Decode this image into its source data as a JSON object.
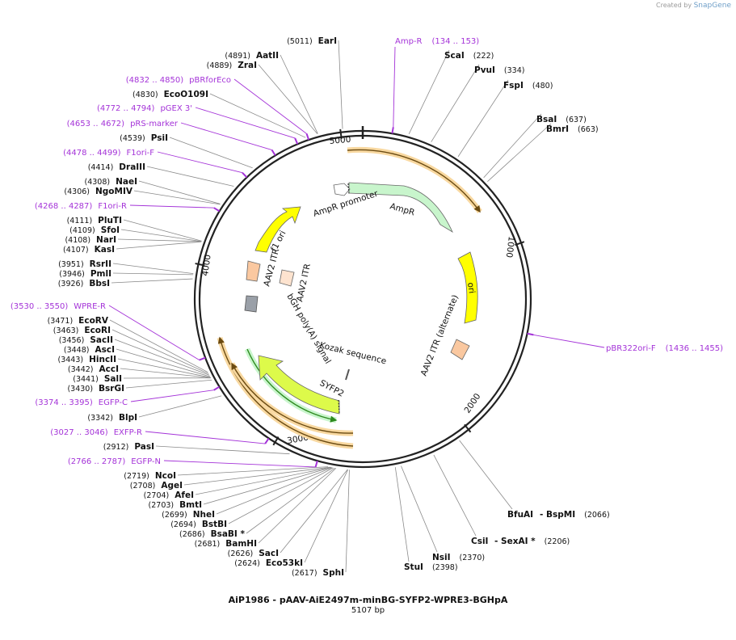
{
  "credit": {
    "prefix": "Created by",
    "brand": "SnapGene"
  },
  "plasmid": {
    "name": "AiP1986 - pAAV-AiE2497m-minBG-SYFP2-WPRE3-BGHpA",
    "size": "5107 bp"
  },
  "backbone_ticks": [
    "1000",
    "2000",
    "3000",
    "4000",
    "5000"
  ],
  "colors": {
    "primer": "#a433d8",
    "ori": "#ffff00",
    "ampr": "#c8f5cc",
    "yfp": "#ddfa4a",
    "itr": "#fac8a0",
    "orf": "#e8c270",
    "ring": "#222222"
  },
  "features": [
    "f1 ori",
    "AmpR promoter",
    "AmpR",
    "ori",
    "AAV2 ITR",
    "AAV2 ITR",
    "AAV2 ITR (alternate)",
    "bGH poly(A) signal",
    "Kozak sequence",
    "SYFP2"
  ],
  "sites": [
    {
      "n": "EarI",
      "p": "(5011)"
    },
    {
      "n": "AatII",
      "p": "(4891)"
    },
    {
      "n": "ZraI",
      "p": "(4889)"
    },
    {
      "n": "EcoO109I",
      "p": "(4830)"
    },
    {
      "n": "PsiI",
      "p": "(4539)"
    },
    {
      "n": "DraIII",
      "p": "(4414)"
    },
    {
      "n": "NaeI",
      "p": "(4308)"
    },
    {
      "n": "NgoMIV",
      "p": "(4306)"
    },
    {
      "n": "PluTI",
      "p": "(4111)"
    },
    {
      "n": "SfoI",
      "p": "(4109)"
    },
    {
      "n": "NarI",
      "p": "(4108)"
    },
    {
      "n": "KasI",
      "p": "(4107)"
    },
    {
      "n": "RsrII",
      "p": "(3951)"
    },
    {
      "n": "PmlI",
      "p": "(3946)"
    },
    {
      "n": "BbsI",
      "p": "(3926)"
    },
    {
      "n": "EcoRV",
      "p": "(3471)"
    },
    {
      "n": "EcoRI",
      "p": "(3463)"
    },
    {
      "n": "SacII",
      "p": "(3456)"
    },
    {
      "n": "AscI",
      "p": "(3448)"
    },
    {
      "n": "HincII",
      "p": "(3443)"
    },
    {
      "n": "AccI",
      "p": "(3442)"
    },
    {
      "n": "SalI",
      "p": "(3441)"
    },
    {
      "n": "BsrGI",
      "p": "(3430)"
    },
    {
      "n": "BlpI",
      "p": "(3342)"
    },
    {
      "n": "PasI",
      "p": "(2912)"
    },
    {
      "n": "NcoI",
      "p": "(2719)"
    },
    {
      "n": "AgeI",
      "p": "(2708)"
    },
    {
      "n": "AfeI",
      "p": "(2704)"
    },
    {
      "n": "BmtI",
      "p": "(2703)"
    },
    {
      "n": "NheI",
      "p": "(2699)"
    },
    {
      "n": "BstBI",
      "p": "(2694)"
    },
    {
      "n": "BsaBI *",
      "p": "(2686)"
    },
    {
      "n": "BamHI",
      "p": "(2681)"
    },
    {
      "n": "SacI",
      "p": "(2626)"
    },
    {
      "n": "Eco53kI",
      "p": "(2624)"
    },
    {
      "n": "SphI",
      "p": "(2617)"
    },
    {
      "n": "StuI",
      "p": "(2398)"
    },
    {
      "n": "NsiI",
      "p": "(2370)"
    },
    {
      "n": "CsiI",
      "p": ""
    },
    {
      "n": "- SexAI *",
      "p": "(2206)"
    },
    {
      "n": "BfuAI",
      "p": ""
    },
    {
      "n": "- BspMI",
      "p": "(2066)"
    },
    {
      "n": "ScaI",
      "p": "(222)"
    },
    {
      "n": "PvuI",
      "p": "(334)"
    },
    {
      "n": "FspI",
      "p": "(480)"
    },
    {
      "n": "BsaI",
      "p": "(637)"
    },
    {
      "n": "BmrI",
      "p": "(663)"
    }
  ],
  "primers": [
    {
      "n": "Amp-R",
      "p": "(134 .. 153)"
    },
    {
      "n": "pBRforEco",
      "p": "(4832 .. 4850)"
    },
    {
      "n": "pGEX 3'",
      "p": "(4772 .. 4794)"
    },
    {
      "n": "pRS-marker",
      "p": "(4653 .. 4672)"
    },
    {
      "n": "F1ori-F",
      "p": "(4478 .. 4499)"
    },
    {
      "n": "F1ori-R",
      "p": "(4268 .. 4287)"
    },
    {
      "n": "WPRE-R",
      "p": "(3530 .. 3550)"
    },
    {
      "n": "EGFP-C",
      "p": "(3374 .. 3395)"
    },
    {
      "n": "EXFP-R",
      "p": "(3027 .. 3046)"
    },
    {
      "n": "EGFP-N",
      "p": "(2766 .. 2787)"
    },
    {
      "n": "pBR322ori-F",
      "p": "(1436 .. 1455)"
    }
  ]
}
